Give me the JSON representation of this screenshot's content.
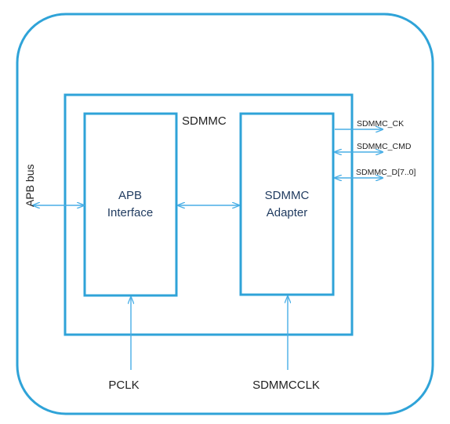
{
  "diagram": {
    "container_label": "SDMMC",
    "bus_label": "APB bus",
    "apb_block": {
      "line1": "APB",
      "line2": "Interface"
    },
    "adapter_block": {
      "line1": "SDMMC",
      "line2": "Adapter"
    },
    "signals": {
      "ck": "SDMMC_CK",
      "cmd": "SDMMC_CMD",
      "data": "SDMMC_D[7..0]"
    },
    "clocks": {
      "pclk": "PCLK",
      "sdmmcclk": "SDMMCCLK"
    },
    "colors": {
      "frame": "#2fa3d8",
      "arrow": "#48aee6",
      "text": "#222222",
      "block_text": "#1f3a5f"
    }
  }
}
